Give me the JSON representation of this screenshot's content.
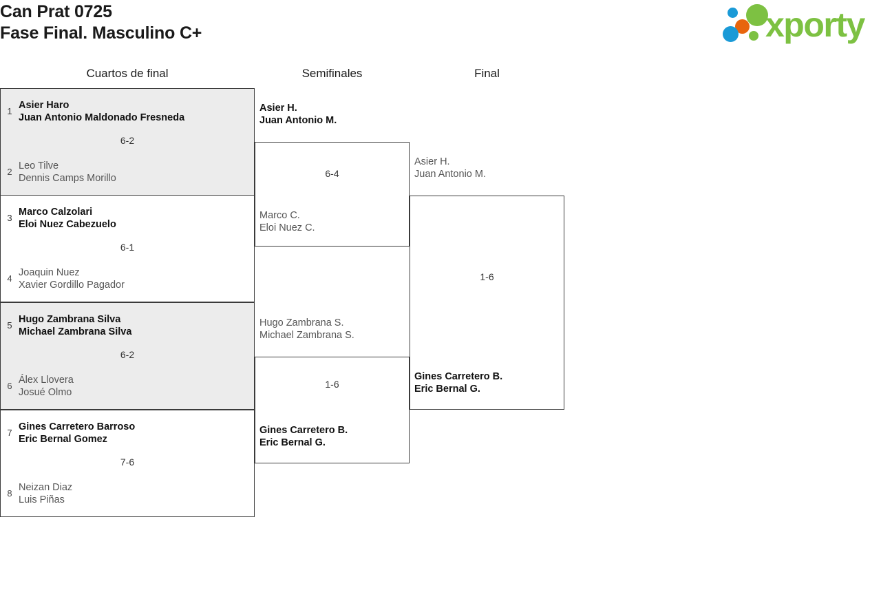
{
  "header": {
    "title_line1": "Can Prat 0725",
    "title_line2": "Fase Final. Masculino C+",
    "logo_text": "xporty",
    "logo_colors": {
      "blue": "#1a9ad7",
      "orange": "#e8650d",
      "green_light": "#7dc142",
      "green_word": "#7dc142"
    }
  },
  "rounds": [
    {
      "label": "Cuartos de final"
    },
    {
      "label": "Semifinales"
    },
    {
      "label": "Final"
    }
  ],
  "quarterfinals": [
    {
      "score": "6-2",
      "shaded": true,
      "top": {
        "seed": "1",
        "player1": "Asier Haro",
        "player2": "Juan Antonio Maldonado Fresneda",
        "outcome": "winner"
      },
      "bottom": {
        "seed": "2",
        "player1": "Leo Tilve",
        "player2": "Dennis Camps Morillo",
        "outcome": "loser"
      }
    },
    {
      "score": "6-1",
      "shaded": false,
      "top": {
        "seed": "3",
        "player1": "Marco Calzolari",
        "player2": "Eloi Nuez Cabezuelo",
        "outcome": "winner"
      },
      "bottom": {
        "seed": "4",
        "player1": "Joaquin Nuez",
        "player2": "Xavier Gordillo Pagador",
        "outcome": "loser"
      }
    },
    {
      "score": "6-2",
      "shaded": true,
      "top": {
        "seed": "5",
        "player1": "Hugo Zambrana Silva",
        "player2": "Michael Zambrana Silva",
        "outcome": "winner"
      },
      "bottom": {
        "seed": "6",
        "player1": "Álex Llovera",
        "player2": "Josué Olmo",
        "outcome": "loser"
      }
    },
    {
      "score": "7-6",
      "shaded": false,
      "top": {
        "seed": "7",
        "player1": "Gines Carretero Barroso",
        "player2": "Eric Bernal Gomez",
        "outcome": "winner"
      },
      "bottom": {
        "seed": "8",
        "player1": "Neizan Diaz",
        "player2": "Luis Piñas",
        "outcome": "loser"
      }
    }
  ],
  "semifinals": [
    {
      "score": "6-4",
      "top": {
        "player1": "Asier H.",
        "player2": "Juan Antonio M.",
        "outcome": "winner"
      },
      "bottom": {
        "player1": "Marco C.",
        "player2": "Eloi Nuez C.",
        "outcome": "loser"
      }
    },
    {
      "score": "1-6",
      "top": {
        "player1": "Hugo Zambrana S.",
        "player2": "Michael Zambrana S.",
        "outcome": "loser"
      },
      "bottom": {
        "player1": "Gines Carretero B.",
        "player2": "Eric Bernal G.",
        "outcome": "winner"
      }
    }
  ],
  "final": {
    "score": "1-6",
    "top": {
      "player1": "Asier H.",
      "player2": "Juan Antonio M.",
      "outcome": "loser"
    },
    "bottom": {
      "player1": "Gines Carretero B.",
      "player2": "Eric Bernal G.",
      "outcome": "winner"
    }
  }
}
